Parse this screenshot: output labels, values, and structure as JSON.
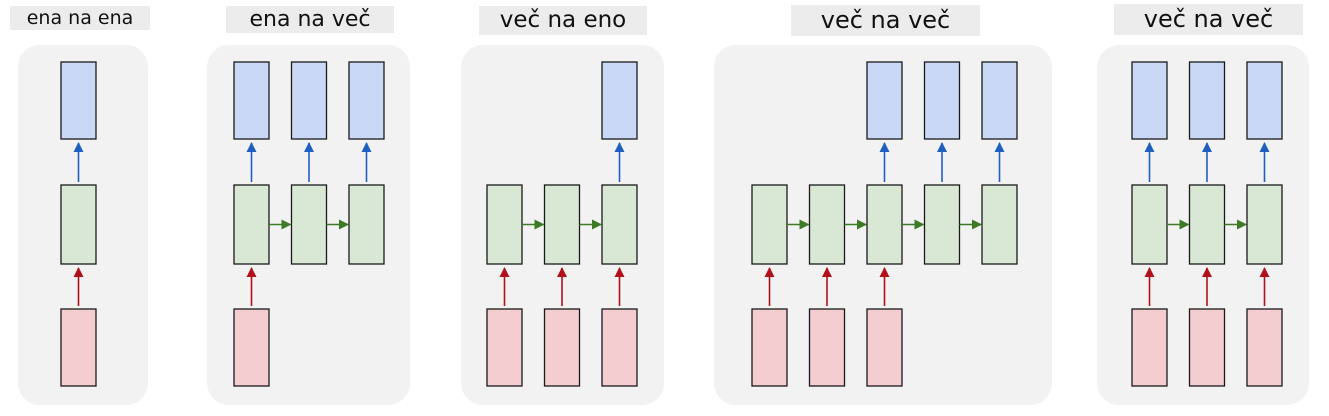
{
  "colors": {
    "background": "#ffffff",
    "panel": "#f2f2f2",
    "title_box": "#ececec",
    "output_fill": "#c9d9f5",
    "hidden_fill": "#d9e8d4",
    "input_fill": "#f3cdd0",
    "box_stroke": "#1a1a1a",
    "input_arrow": "#b0111b",
    "output_arrow": "#1f5fbf",
    "recurrent_arrow": "#3d7a25"
  },
  "panels": [
    {
      "id": "one-to-one",
      "title": "ena na ena",
      "inputs": [
        true
      ],
      "outputs": [
        true
      ]
    },
    {
      "id": "one-to-many",
      "title": "ena na več",
      "inputs": [
        true,
        false,
        false
      ],
      "outputs": [
        true,
        true,
        true
      ]
    },
    {
      "id": "many-to-one",
      "title": "več na eno",
      "inputs": [
        true,
        true,
        true
      ],
      "outputs": [
        false,
        false,
        true
      ]
    },
    {
      "id": "many-to-many-delayed",
      "title": "več na več",
      "inputs": [
        true,
        true,
        true,
        false,
        false
      ],
      "outputs": [
        false,
        false,
        true,
        true,
        true
      ]
    },
    {
      "id": "many-to-many-synced",
      "title": "več na več",
      "inputs": [
        true,
        true,
        true
      ],
      "outputs": [
        true,
        true,
        true
      ]
    }
  ]
}
